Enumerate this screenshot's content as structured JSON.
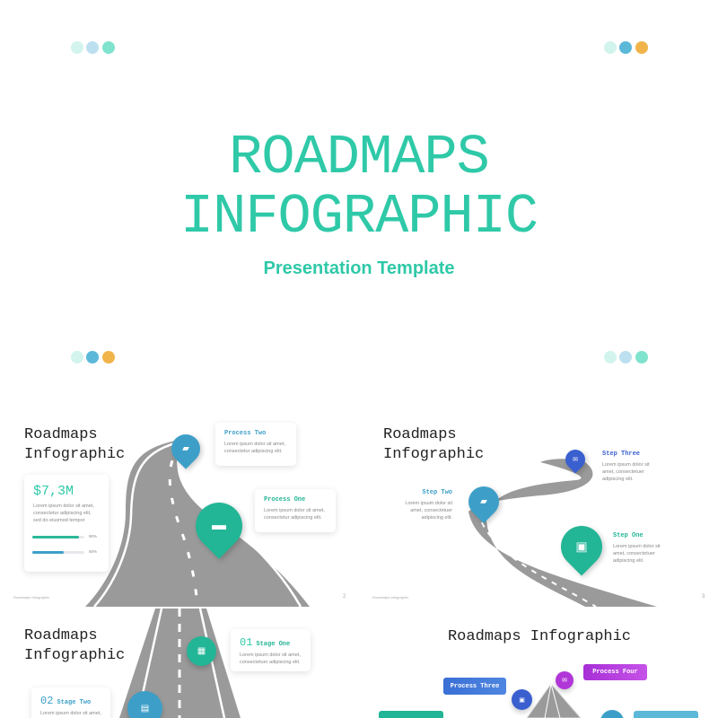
{
  "cover": {
    "title_line1": "ROADMAPS",
    "title_line2": "INFOGRAPHIC",
    "subtitle": "Presentation Template",
    "dots_top_left": [
      "#d3f4ed",
      "#bde0f0",
      "#7fe3cd"
    ],
    "dots_top_right": [
      "#d3f4ed",
      "#5bb8d8",
      "#f0b44a"
    ],
    "dots_bottom_left": [
      "#d3f4ed",
      "#5bb8d8",
      "#f0b44a"
    ],
    "dots_bottom_right": [
      "#d3f4ed",
      "#bde0f0",
      "#7fe3cd"
    ]
  },
  "slide2": {
    "title_line1": "Roadmaps",
    "title_line2": "Infographic",
    "amount": "$7,3M",
    "amount_text": [
      "Lorem ipsum dolor sit amet,",
      "consectetur adipiscing elit,",
      "sed do eiusmod tempor"
    ],
    "progress": [
      {
        "value": 90,
        "label": "90%",
        "color": "#2bb89a"
      },
      {
        "value": 60,
        "label": "60%",
        "color": "#3d9fc8"
      }
    ],
    "process_two": {
      "title": "Process Two",
      "text": [
        "Lorem ipsum dolor sit amet,",
        "consectetur adipiscing elit."
      ],
      "icon": "folder-icon"
    },
    "process_one": {
      "title": "Process One",
      "text": [
        "Lorem ipsum dolor sit amet,",
        "consectetur adipiscing elit."
      ],
      "icon": "wallet-icon"
    },
    "footer": "Roadmaps Infographic",
    "page": "2"
  },
  "slide3": {
    "title_line1": "Roadmaps",
    "title_line2": "Infographic",
    "step_three": {
      "title": "Step Three",
      "text": [
        "Lorem ipsum dolor sit",
        "amet, consectetuer",
        "adipiscing elit."
      ],
      "icon": "mail-icon"
    },
    "step_two": {
      "title": "Step Two",
      "text": [
        "Lorem ipsum dolor sit",
        "amet, consectetuer",
        "adipiscing elit."
      ],
      "icon": "folder-icon"
    },
    "step_one": {
      "title": "Step One",
      "text": [
        "Lorem ipsum dolor sit",
        "amet, consectetuer",
        "adipiscing elit."
      ],
      "icon": "briefcase-icon"
    },
    "footer": "Roadmaps Infographic",
    "page": "3"
  },
  "slide4": {
    "title_line1": "Roadmaps",
    "title_line2": "Infographic",
    "stage_one": {
      "num": "01",
      "title": "Stage One",
      "text": [
        "Lorem ipsum dolor sit amet,",
        "consectetuer adipiscing elit."
      ],
      "icon": "calendar-icon"
    },
    "stage_two": {
      "num": "02",
      "title": "Stage Two",
      "text": [
        "Lorem ipsum dolor sit amet,"
      ],
      "icon": "contact-icon"
    }
  },
  "slide5": {
    "title": "Roadmaps Infographic",
    "process_three": "Process Three",
    "process_four": "Process Four"
  }
}
